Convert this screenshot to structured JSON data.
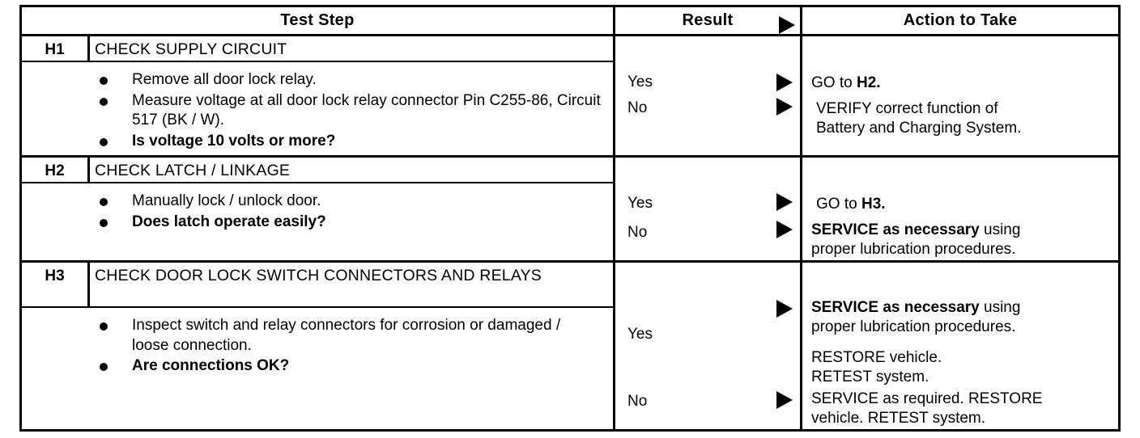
{
  "table": {
    "headers": {
      "test_step": "Test Step",
      "result": "Result",
      "action": "Action to Take",
      "result_arrow_icon": "right-triangle-icon"
    },
    "rows": [
      {
        "id": "H1",
        "code": "H1",
        "title": "CHECK SUPPLY CIRCUIT",
        "bullets": [
          {
            "text": "Remove all door lock relay.",
            "bold": false
          },
          {
            "text": "Measure voltage at all door lock relay connector Pin C255-86, Circuit 517 (BK / W).",
            "bold": false
          },
          {
            "text": "Is voltage 10 volts or more?",
            "bold": true
          }
        ],
        "results": [
          {
            "label": "Yes",
            "arrow_icon": "right-triangle-icon"
          },
          {
            "label": "No",
            "arrow_icon": "right-triangle-icon"
          }
        ],
        "actions": [
          {
            "lead": "GO to ",
            "strong": "H2.",
            "lines": []
          },
          {
            "lead": "",
            "strong": "",
            "lines": [
              "VERIFY correct function of",
              "Battery and Charging System."
            ]
          }
        ]
      },
      {
        "id": "H2",
        "code": "H2",
        "title": "CHECK LATCH / LINKAGE",
        "bullets": [
          {
            "text": "Manually lock / unlock door.",
            "bold": false
          },
          {
            "text": "Does latch operate easily?",
            "bold": true
          }
        ],
        "results": [
          {
            "label": "Yes",
            "arrow_icon": "right-triangle-icon"
          },
          {
            "label": "No",
            "arrow_icon": "right-triangle-icon"
          }
        ],
        "actions": [
          {
            "lead": "GO to ",
            "strong": "H3.",
            "lines": []
          },
          {
            "lead": "",
            "strong": "SERVICE as necessary",
            "tail": " using",
            "lines": [
              "proper lubrication procedures."
            ]
          }
        ]
      },
      {
        "id": "H3",
        "code": "H3",
        "title": "CHECK DOOR LOCK SWITCH CONNECTORS AND RELAYS",
        "bullets": [
          {
            "text": "Inspect switch and relay connectors for corrosion or damaged / loose connection.",
            "bold": false
          },
          {
            "text": "Are connections OK?",
            "bold": true
          }
        ],
        "results": [
          {
            "label": "Yes",
            "arrow_icon": "right-triangle-icon"
          },
          {
            "label": "No",
            "arrow_icon": "right-triangle-icon"
          }
        ],
        "actions": [
          {
            "strong": "SERVICE as necessary",
            "tail": " using",
            "lines": [
              "proper lubrication procedures."
            ],
            "extra_bold_lines": [
              "RESTORE vehicle.",
              "RETEST system."
            ]
          },
          {
            "strong": "SERVICE as required. RESTORE",
            "lines2_bold": [
              "vehicle. RETEST system."
            ]
          }
        ]
      }
    ]
  },
  "colors": {
    "ink": "#000000",
    "paper": "#ffffff"
  }
}
